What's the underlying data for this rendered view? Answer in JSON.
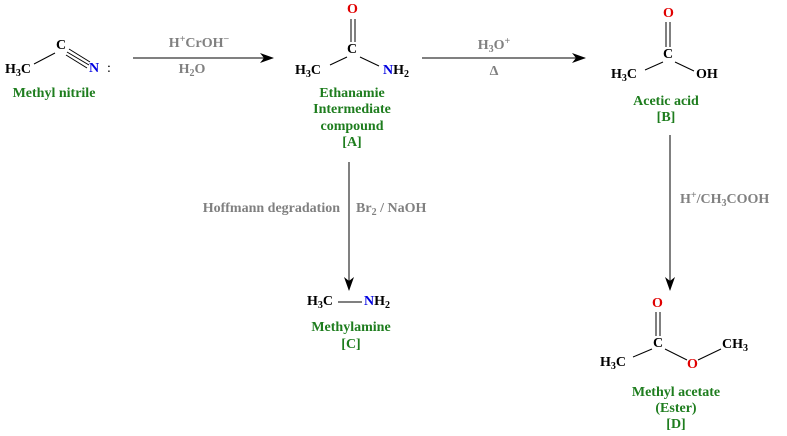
{
  "colors": {
    "label": "#1e7d1e",
    "reagent": "#808080",
    "oxygen": "#e00000",
    "nitrogen": "#0000e0",
    "atom": "#000000"
  },
  "compounds": {
    "nitrile": {
      "ch3": "H",
      "ch3_sub": "3",
      "ch3_c": "C",
      "c": "C",
      "n": "N",
      "lone_pair": ":",
      "name": "Methyl nitrile"
    },
    "amide": {
      "o": "O",
      "c": "C",
      "ch3": "H",
      "ch3_sub": "3",
      "ch3_c": "C",
      "n": "N",
      "h": "H",
      "h_sub": "2",
      "name1": "Ethanamie",
      "name2": "Intermediate",
      "name3": "compound",
      "tag": "[A]"
    },
    "acid": {
      "o": "O",
      "c": "C",
      "ch3": "H",
      "ch3_sub": "3",
      "ch3_c": "C",
      "oh": "OH",
      "name": "Acetic acid",
      "tag": "[B]"
    },
    "amine": {
      "ch3": "H",
      "ch3_sub": "3",
      "ch3_c": "C",
      "n": "N",
      "h": "H",
      "h_sub": "2",
      "name": "Methylamine",
      "tag": "[C]"
    },
    "ester": {
      "o1": "O",
      "c": "C",
      "ch3": "H",
      "ch3_sub": "3",
      "ch3_c": "C",
      "o2": "O",
      "ch3b": "CH",
      "ch3b_sub": "3",
      "name1": "Methyl acetate",
      "name2": "(Ester)",
      "tag": "[D]"
    }
  },
  "reactions": {
    "r1": {
      "above_h": "H",
      "above_plus": "+",
      "above_rest": "CrOH",
      "above_minus": "−",
      "below_h": "H",
      "below_sub": "2",
      "below_o": "O"
    },
    "r2": {
      "above_h": "H",
      "above_sub": "3",
      "above_o": "O",
      "above_plus": "+",
      "below": "Δ"
    },
    "r3": {
      "h": "H",
      "plus": "+",
      "rest1": "/CH",
      "sub": "3",
      "rest2": "COOH"
    },
    "r4": {
      "name": "Hoffmann degradation",
      "br": "Br",
      "br_sub": "2",
      "rest": " / NaOH"
    }
  }
}
